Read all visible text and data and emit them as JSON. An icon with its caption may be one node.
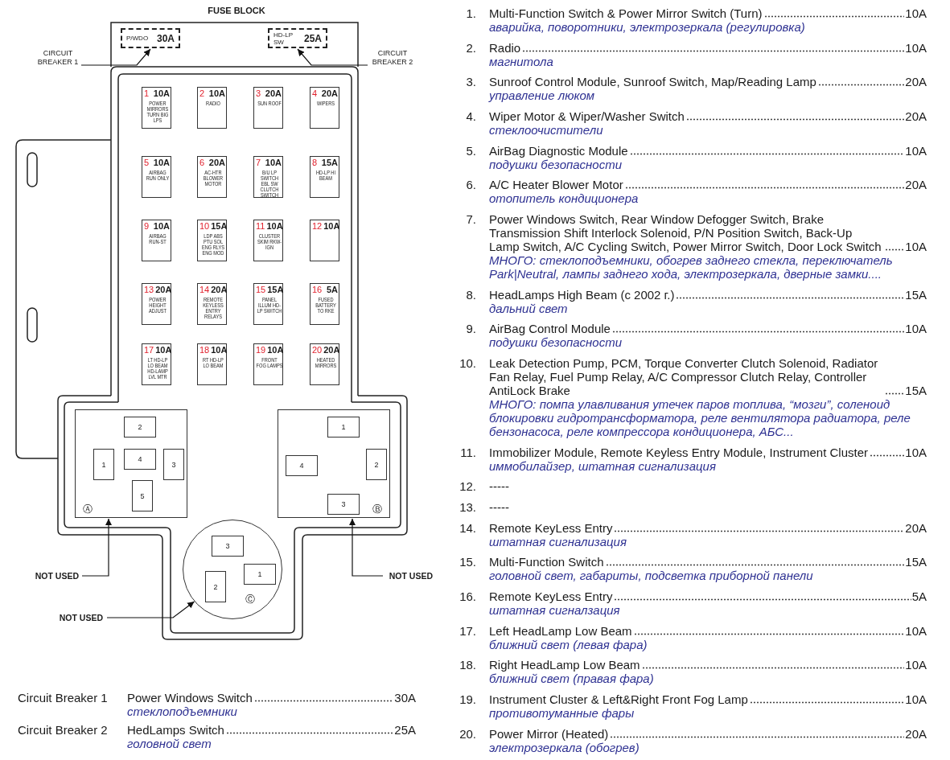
{
  "diagram": {
    "title": "FUSE BLOCK",
    "nodes": [
      {
        "text": [
          "P/WDO",
          "30A"
        ]
      },
      {
        "text": [
          "HD-LP SW",
          "25A"
        ]
      },
      {
        "text": [
          "CIRCUIT BREAKER 1"
        ]
      },
      {
        "text": [
          "CIRCUIT BREAKER 2"
        ]
      },
      {
        "text": [
          "1",
          "10A",
          "POWER MIRRORS TURN BIG LPS"
        ]
      },
      {
        "text": [
          "2",
          "10A",
          "RADIO"
        ]
      },
      {
        "text": [
          "3",
          "20A",
          "SUN ROOF"
        ]
      },
      {
        "text": [
          "4",
          "20A",
          "WIPERS"
        ]
      },
      {
        "text": [
          "5",
          "10A",
          "AIRBAG RUN ONLY"
        ]
      },
      {
        "text": [
          "6",
          "20A",
          "AC-HTR BLOWER MOTOR"
        ]
      },
      {
        "text": [
          "7",
          "10A",
          "B/U LP SWITCH EBL SW CLUTCH SWITCH"
        ]
      },
      {
        "text": [
          "8",
          "15A",
          "HD-LP HI BEAM"
        ]
      },
      {
        "text": [
          "9",
          "10A",
          "AIRBAG RUN-ST"
        ]
      },
      {
        "text": [
          "10",
          "15A",
          "LDP ABS PTU SOL ENG RLYS ENG MOD"
        ]
      },
      {
        "text": [
          "11",
          "10A",
          "CLUSTER SKIM RKW-IGN"
        ]
      },
      {
        "text": [
          "12",
          "10A"
        ]
      },
      {
        "text": [
          "13",
          "20A",
          "POWER HEIGHT ADJUST"
        ]
      },
      {
        "text": [
          "14",
          "20A",
          "REMOTE KEYLESS ENTRY RELAYS"
        ]
      },
      {
        "text": [
          "15",
          "15A",
          "PANEL ILLUM HD-LP SWITCH"
        ]
      },
      {
        "text": [
          "16",
          "5A",
          "FUSED BATTERY TO RKE"
        ]
      },
      {
        "text": [
          "17",
          "10A",
          "LT HD-LP LO BEAM HD-LAMP LVL MTR"
        ]
      },
      {
        "text": [
          "18",
          "10A",
          "RT HD-LP LO BEAM"
        ]
      },
      {
        "text": [
          "19",
          "10A",
          "FRONT FOG LAMPS"
        ]
      },
      {
        "text": [
          "20",
          "20A",
          "HEATED MIRRORS"
        ]
      },
      {
        "text": [
          "Ⓐ"
        ]
      },
      {
        "text": [
          "2"
        ],
        "in": 24
      },
      {
        "text": [
          "1"
        ],
        "in": 24
      },
      {
        "text": [
          "4"
        ],
        "in": 24
      },
      {
        "text": [
          "3"
        ],
        "in": 24
      },
      {
        "text": [
          "5"
        ],
        "in": 24
      },
      {
        "text": [
          "Ⓑ"
        ]
      },
      {
        "text": [
          "1"
        ],
        "in": 30
      },
      {
        "text": [
          "4"
        ],
        "in": 30
      },
      {
        "text": [
          "2"
        ],
        "in": 30
      },
      {
        "text": [
          "3"
        ],
        "in": 30
      },
      {
        "text": [
          "Ⓒ"
        ]
      },
      {
        "text": [
          "3"
        ],
        "in": 35
      },
      {
        "text": [
          "1"
        ],
        "in": 35
      },
      {
        "text": [
          "2"
        ],
        "in": 35
      },
      {
        "text": [
          "NOT USED"
        ]
      },
      {
        "text": [
          "NOT USED"
        ]
      },
      {
        "text": [
          "NOT USED"
        ]
      }
    ],
    "edges": [
      {
        "from": 2,
        "to": 0,
        "arrow": "to"
      },
      {
        "from": 3,
        "to": 1,
        "arrow": "to"
      },
      {
        "from": 39,
        "to": 24,
        "arrow": "to"
      },
      {
        "from": 40,
        "to": 30,
        "arrow": "to"
      },
      {
        "from": 41,
        "to": 35,
        "arrow": "to"
      }
    ],
    "labels": [
      "1.",
      "Multi-Function Switch & Power Mirror Switch (Turn)",
      "10A",
      "аварийка, поворотники, электрозеркала (регулировка)",
      "2.",
      "Radio",
      "10A",
      "магнитола",
      "3.",
      "Sunroof Control Module, Sunroof Switch, Map/Reading Lamp",
      "20A",
      "управление люком",
      "4.",
      "Wiper Motor & Wiper/Washer Switch",
      "20A",
      "стеклоочистители",
      "5.",
      "AirBag Diagnostic Module",
      "10A",
      "подушки безопасности",
      "6.",
      "A/C Heater Blower Motor",
      "20A",
      "отопитель кондиционера",
      "7.",
      "Power Windows Switch, Rear Window Defogger Switch, Brake Transmission Shift Interlock Solenoid, P/N Position Switch, Back-Up Lamp Switch, A/C Cycling Switch, Power Mirror Switch, Door Lock Switch",
      "10A",
      "МНОГО: стеклоподъемники, обогрев заднего стекла, переключатель Park|Neutral, лампы заднего хода, электрозеркала, дверные замки....",
      "8.",
      "HeadLamps High Beam (с 2002 г.)",
      "15A",
      "дальний свет",
      "9.",
      "AirBag Control Module",
      "10A",
      "подушки безопасности",
      "10.",
      "Leak Detection Pump, PCM, Torque Converter Clutch Solenoid, Radiator Fan Relay, Fuel Pump Relay, A/C Compressor Clutch Relay, Controller AntiLock Brake",
      "15A",
      "МНОГО: помпа улавливания утечек паров топлива, “мозги”, соленоид блокировки гидротрансформатора, реле вентилятора радиатора, реле бензонасоса, реле компрессора кондиционера, АБС...",
      "11.",
      "Immobilizer Module, Remote Keyless Entry Module, Instrument Cluster",
      "10A",
      "иммобилайзер, штатная сигнализация",
      "12.",
      "-----",
      "13.",
      "-----",
      "14.",
      "Remote KeyLess Entry",
      "20A",
      "штатная сигнализация",
      "15.",
      "Multi-Function Switch",
      "15A",
      "головной свет, габариты, подсветка приборной панели",
      "16.",
      "Remote KeyLess Entry",
      "5A",
      "штатная сигналзация",
      "17.",
      "Left HeadLamp Low Beam",
      "10A",
      "ближний свет (левая фара)",
      "18.",
      "Right HeadLamp Low Beam",
      "10A",
      "ближний свет (правая фара)",
      "19.",
      "Instrument Cluster & Left&Right Front Fog Lamp",
      "10A",
      "противотуманные фары",
      "20.",
      "Power Mirror (Heated)",
      "20A",
      "электрозеркала (обогрев)",
      "Circuit Breaker 1",
      "Power Windows Switch",
      "30A",
      "стеклоподъемники",
      "Circuit Breaker 2",
      "HedLamps Switch",
      "25A",
      "головной свет"
    ]
  }
}
